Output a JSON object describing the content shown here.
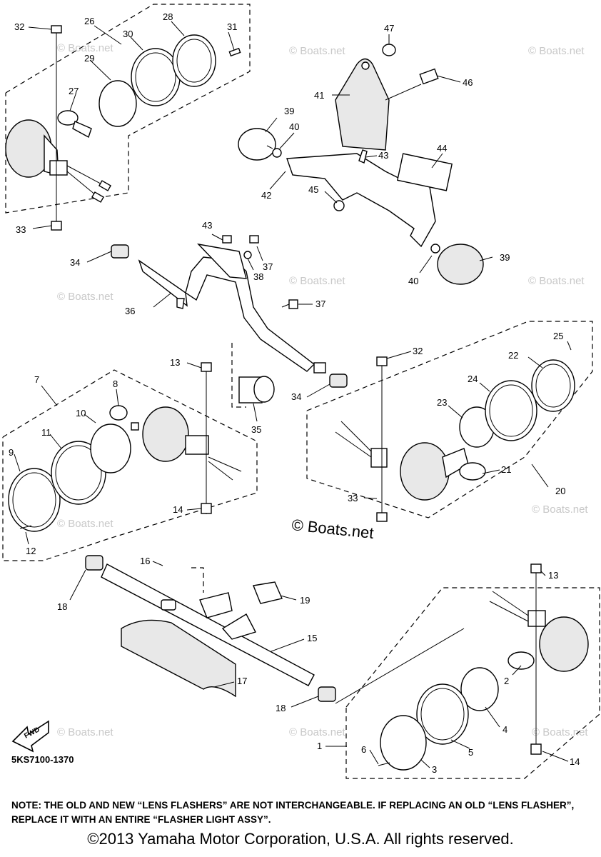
{
  "diagram_code": "5KS7100-1370",
  "note": "NOTE: THE OLD AND NEW “LENS FLASHERS” ARE NOT INTERCHANGEABLE. IF REPLACING AN OLD “LENS FLASHER”, REPLACE IT WITH AN ENTIRE “FLASHER LIGHT ASSY”.",
  "copyright": "©2013 Yamaha Motor Corporation, U.S.A. All rights reserved.",
  "watermark": "© Boats.net",
  "watermark_center": "© Boats.net",
  "fwd_label": "FWD",
  "callouts": {
    "c1": "1",
    "c2": "2",
    "c3": "3",
    "c4": "4",
    "c5": "5",
    "c6": "6",
    "c7": "7",
    "c8": "8",
    "c9": "9",
    "c10": "10",
    "c11": "11",
    "c12": "12",
    "c13a": "13",
    "c13b": "13",
    "c14a": "14",
    "c14b": "14",
    "c15": "15",
    "c16": "16",
    "c17": "17",
    "c18a": "18",
    "c18b": "18",
    "c19": "19",
    "c20": "20",
    "c21": "21",
    "c22": "22",
    "c23": "23",
    "c24": "24",
    "c25": "25",
    "c26": "26",
    "c27": "27",
    "c28": "28",
    "c29": "29",
    "c30": "30",
    "c31": "31",
    "c32a": "32",
    "c32b": "32",
    "c33a": "33",
    "c33b": "33",
    "c34a": "34",
    "c34b": "34",
    "c35": "35",
    "c36": "36",
    "c37a": "37",
    "c37b": "37",
    "c38": "38",
    "c39a": "39",
    "c39b": "39",
    "c40a": "40",
    "c40b": "40",
    "c41": "41",
    "c42": "42",
    "c43a": "43",
    "c43b": "43",
    "c44": "44",
    "c45": "45",
    "c46": "46",
    "c47": "47"
  }
}
